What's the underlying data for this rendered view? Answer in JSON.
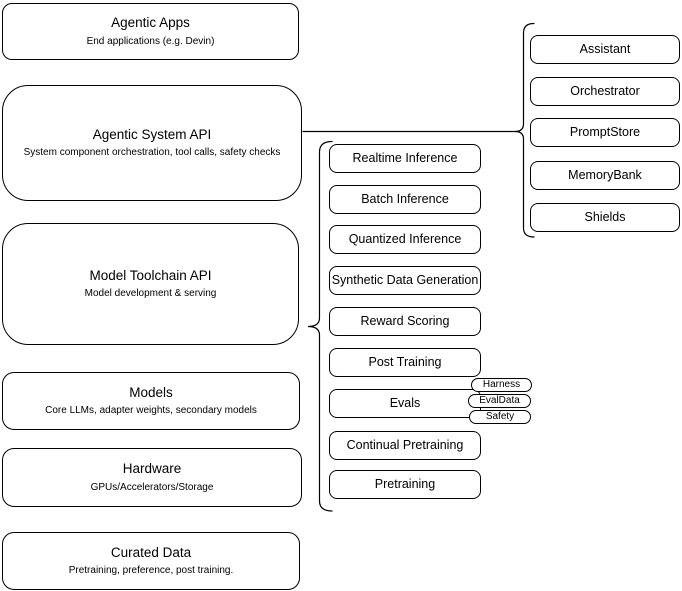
{
  "colors": {
    "background": "#ffffff",
    "stroke": "#000000",
    "node_fill": "#ffffff",
    "text": "#000000"
  },
  "stack": [
    {
      "title": "Agentic Apps",
      "subtitle": "End applications (e.g. Devin)"
    },
    {
      "title": "Agentic System API",
      "subtitle": "System component orchestration, tool calls, safety checks"
    },
    {
      "title": "Model Toolchain API",
      "subtitle": "Model development & serving"
    },
    {
      "title": "Models",
      "subtitle": "Core LLMs, adapter weights, secondary models"
    },
    {
      "title": "Hardware",
      "subtitle": "GPUs/Accelerators/Storage"
    },
    {
      "title": "Curated Data",
      "subtitle": "Pretraining, preference, post training."
    }
  ],
  "toolchain": {
    "items": [
      "Realtime Inference",
      "Batch Inference",
      "Quantized Inference",
      "Synthetic Data Generation",
      "Reward Scoring",
      "Post Training",
      "Evals",
      "Continual Pretraining",
      "Pretraining"
    ],
    "evals_tags": [
      "Harness",
      "EvalData",
      "Safety"
    ]
  },
  "system_components": [
    "Assistant",
    "Orchestrator",
    "PromptStore",
    "MemoryBank",
    "Shields"
  ]
}
